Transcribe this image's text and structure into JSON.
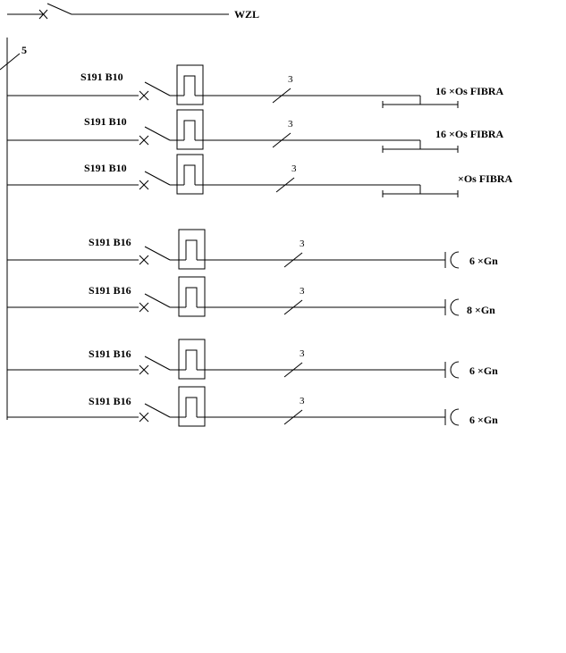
{
  "feed": {
    "label": "WZL",
    "bus_wire_count": "5"
  },
  "circuits": [
    {
      "breaker": "S191 B10",
      "wires": "3",
      "load": "16  ×Os FIBRA",
      "load_type": "fluorescent"
    },
    {
      "breaker": "S191 B10",
      "wires": "3",
      "load": "16  ×Os FIBRA",
      "load_type": "fluorescent"
    },
    {
      "breaker": "S191 B10",
      "wires": "3",
      "load": "×Os FIBRA",
      "load_type": "fluorescent"
    },
    {
      "breaker": "S191 B16",
      "wires": "3",
      "load": "6  ×Gn",
      "load_type": "socket"
    },
    {
      "breaker": "S191 B16",
      "wires": "3",
      "load": "8  ×Gn",
      "load_type": "socket"
    },
    {
      "breaker": "S191 B16",
      "wires": "3",
      "load": "6  ×Gn",
      "load_type": "socket"
    },
    {
      "breaker": "S191 B16",
      "wires": "3",
      "load": "6  ×Gn",
      "load_type": "socket"
    }
  ],
  "colors": {
    "line": "#000000",
    "background": "#ffffff"
  }
}
